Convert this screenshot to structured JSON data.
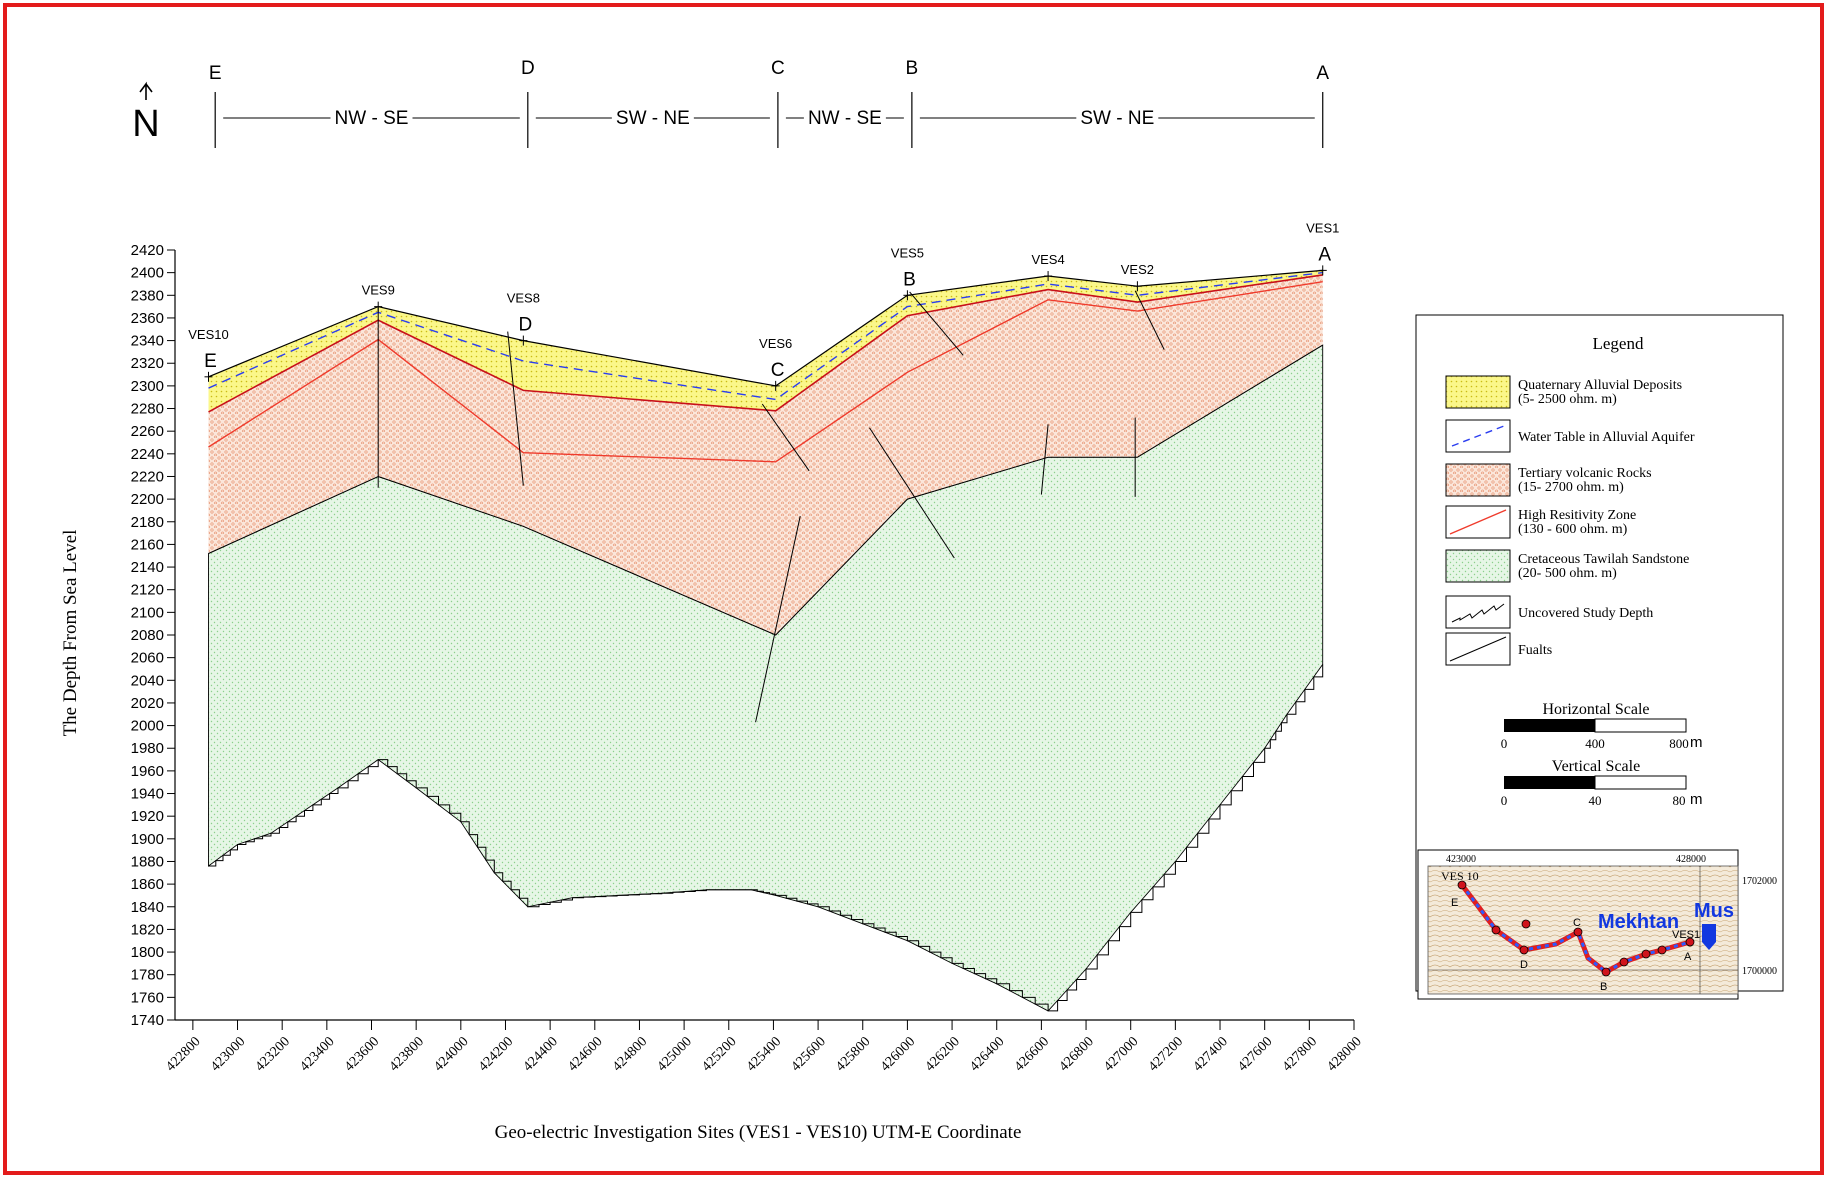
{
  "colors": {
    "border": "#e31b1b",
    "alluvial_fill": "#fbf78a",
    "alluvial_dot": "#c9bb15",
    "volcanic_fill": "#fbe6da",
    "volcanic_dot": "#e6906d",
    "high_res_line": "#ef3b2c",
    "sandstone_fill": "#e6f6e6",
    "sandstone_dot": "#8cd08c",
    "water_table": "#2a3df0",
    "top_red": "#c8101a"
  },
  "north_arrow": {
    "symbol": "N",
    "icon": "north-arrow-icon"
  },
  "section_header": {
    "points": [
      {
        "label": "E",
        "x": 422900
      },
      {
        "label": "D",
        "x": 424300
      },
      {
        "label": "C",
        "x": 425420
      },
      {
        "label": "B",
        "x": 426020
      },
      {
        "label": "A",
        "x": 427860
      }
    ],
    "segments": [
      {
        "label": "NW - SE",
        "from": 422900,
        "to": 424300
      },
      {
        "label": "SW - NE",
        "from": 424300,
        "to": 425420
      },
      {
        "label": "NW - SE",
        "from": 425420,
        "to": 426020
      },
      {
        "label": "SW - NE",
        "from": 426020,
        "to": 427860
      }
    ]
  },
  "chart_data": {
    "type": "area",
    "title": "",
    "xlabel": "Geo-electric Investigation Sites (VES1 - VES10) UTM-E Coordinate",
    "ylabel": "The Depth From Sea Level",
    "xlim": [
      422720,
      428000
    ],
    "ylim": [
      1740,
      2420
    ],
    "x_ticks": [
      422800,
      423000,
      423200,
      423400,
      423600,
      423800,
      424000,
      424200,
      424400,
      424600,
      424800,
      425000,
      425200,
      425400,
      425600,
      425800,
      426000,
      426200,
      426400,
      426600,
      426800,
      427000,
      427200,
      427400,
      427600,
      427800,
      428000
    ],
    "y_ticks": [
      2420,
      2400,
      2380,
      2360,
      2340,
      2320,
      2300,
      2280,
      2260,
      2240,
      2220,
      2200,
      2180,
      2160,
      2140,
      2120,
      2100,
      2080,
      2060,
      2040,
      2020,
      2000,
      1980,
      1960,
      1940,
      1920,
      1900,
      1880,
      1860,
      1840,
      1820,
      1800,
      1780,
      1760,
      1740
    ],
    "grid": false,
    "legend_position": "right",
    "stations": [
      {
        "name": "VES10",
        "letter": "E",
        "x": 422870
      },
      {
        "name": "VES9",
        "letter": "",
        "x": 423630
      },
      {
        "name": "VES8",
        "letter": "D",
        "x": 424280
      },
      {
        "name": "VES6",
        "letter": "C",
        "x": 425410
      },
      {
        "name": "VES5",
        "letter": "B",
        "x": 426000
      },
      {
        "name": "VES4",
        "letter": "",
        "x": 426630
      },
      {
        "name": "VES2",
        "letter": "",
        "x": 427030
      },
      {
        "name": "VES1",
        "letter": "A",
        "x": 427860
      }
    ],
    "series": [
      {
        "name": "Quaternary Alluvial Deposits",
        "role": "surface",
        "x": [
          422870,
          423630,
          424280,
          425410,
          426000,
          426630,
          427030,
          427860
        ],
        "y": [
          2308,
          2370,
          2340,
          2300,
          2380,
          2397,
          2388,
          2402
        ]
      },
      {
        "name": "Water Table in Alluvial Aquifer",
        "x": [
          422870,
          423630,
          424280,
          425410,
          426000,
          426630,
          427030,
          427860
        ],
        "y": [
          2298,
          2365,
          2322,
          2288,
          2370,
          2390,
          2380,
          2400
        ]
      },
      {
        "name": "Tertiary volcanic Rocks",
        "role": "top",
        "x": [
          422870,
          423630,
          424280,
          425410,
          426000,
          426630,
          427030,
          427860
        ],
        "y": [
          2277,
          2358,
          2296,
          2278,
          2362,
          2385,
          2374,
          2398
        ]
      },
      {
        "name": "High Resitivity Zone",
        "x": [
          422870,
          423630,
          424280,
          425410,
          426000,
          426630,
          427030,
          427860
        ],
        "y": [
          2246,
          2341,
          2241,
          2233,
          2312,
          2376,
          2366,
          2392
        ]
      },
      {
        "name": "Cretaceous Tawilah Sandstone",
        "role": "top",
        "x": [
          422870,
          423630,
          424280,
          425410,
          426000,
          426630,
          427030,
          427860
        ],
        "y": [
          2152,
          2220,
          2176,
          2080,
          2200,
          2237,
          2237,
          2336
        ]
      },
      {
        "name": "Uncovered Study Depth",
        "role": "sandstone-right-edge",
        "x": [
          427860,
          427860
        ],
        "y": [
          2267,
          2054
        ]
      },
      {
        "name": "Uncovered Study Depth",
        "role": "base",
        "x": [
          422870,
          423000,
          423150,
          423300,
          423450,
          423630,
          423800,
          424000,
          424150,
          424300,
          424500,
          424700,
          424900,
          425100,
          425300,
          425410,
          425600,
          425800,
          426000,
          426200,
          426400,
          426630,
          426800,
          427000,
          427200,
          427400,
          427600,
          427700,
          427860
        ],
        "y": [
          1876,
          1895,
          1905,
          1925,
          1945,
          1970,
          1945,
          1915,
          1870,
          1840,
          1848,
          1850,
          1852,
          1855,
          1855,
          1850,
          1840,
          1825,
          1810,
          1790,
          1772,
          1748,
          1785,
          1835,
          1880,
          1930,
          1980,
          2010,
          2054
        ]
      }
    ],
    "faults": [
      {
        "x": [
          424210,
          424280
        ],
        "y": [
          2348,
          2212
        ]
      },
      {
        "x": [
          425350,
          425560
        ],
        "y": [
          2284,
          2225
        ]
      },
      {
        "x": [
          425320,
          425520
        ],
        "y": [
          2003,
          2185
        ]
      },
      {
        "x": [
          425830,
          426210
        ],
        "y": [
          2263,
          2148
        ]
      },
      {
        "x": [
          426010,
          426250
        ],
        "y": [
          2383,
          2327
        ]
      },
      {
        "x": [
          426600,
          426630
        ],
        "y": [
          2204,
          2266
        ]
      },
      {
        "x": [
          427020,
          427020
        ],
        "y": [
          2202,
          2272
        ]
      },
      {
        "x": [
          427020,
          427150
        ],
        "y": [
          2384,
          2332
        ]
      },
      {
        "x": [
          423630,
          423630
        ],
        "y": [
          2370,
          2210
        ]
      }
    ]
  },
  "legend": {
    "title": "Legend",
    "items": [
      {
        "line1": "Quaternary Alluvial Deposits",
        "line2": "(5- 2500 ohm. m)",
        "swatch": "alluvial"
      },
      {
        "line1": "Water Table in Alluvial Aquifer",
        "line2": "",
        "swatch": "water-table"
      },
      {
        "line1": "Tertiary volcanic Rocks",
        "line2": "(15-  2700 ohm. m)",
        "swatch": "volcanic"
      },
      {
        "line1": "High Resitivity Zone",
        "line2": "(130 -  600 ohm. m)",
        "swatch": "high-res"
      },
      {
        "line1": "Cretaceous Tawilah Sandstone",
        "line2": "(20- 500 ohm. m)",
        "swatch": "sandstone"
      },
      {
        "line1": "Uncovered Study Depth",
        "line2": "",
        "swatch": "zigzag"
      },
      {
        "line1": "Fualts",
        "line2": "",
        "swatch": "fault"
      }
    ]
  },
  "scales": {
    "horizontal": {
      "title": "Horizontal Scale",
      "ticks": [
        "0",
        "400",
        "800"
      ],
      "unit": "m"
    },
    "vertical": {
      "title": "Vertical Scale",
      "ticks": [
        "0",
        "40",
        "80"
      ],
      "unit": "m"
    }
  },
  "location_map": {
    "top_left_label": "423000",
    "top_right_label": "428000",
    "right_top_label": "1702000",
    "right_bottom_label": "1700000",
    "start_label": "VES 10",
    "end_label": "VES1",
    "place_name": "Mekhtan",
    "place_name_2": "Mus",
    "point_labels": [
      "E",
      "D",
      "C",
      "B",
      "A"
    ]
  }
}
